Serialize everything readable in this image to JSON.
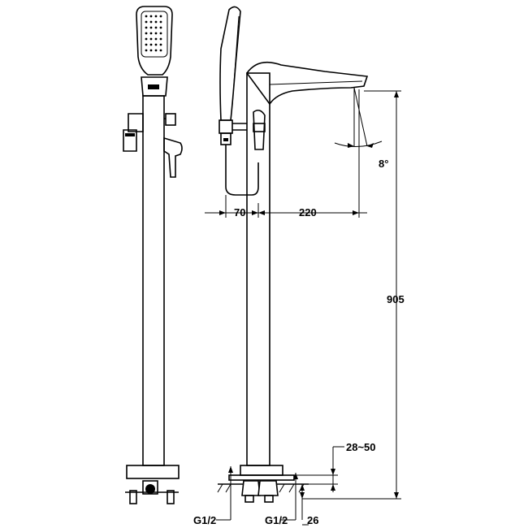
{
  "dimensions": {
    "spout_offset": "70",
    "spout_reach": "220",
    "spout_angle": "8°",
    "overall_height": "905",
    "floor_range": "28~50",
    "inlet_left": "G1/2",
    "inlet_right": "G1/2",
    "base_height": "26"
  },
  "line_color": "#000000",
  "background_color": "#ffffff"
}
